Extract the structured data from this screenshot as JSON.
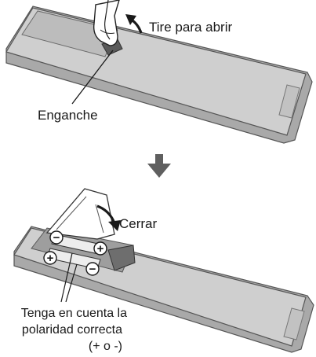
{
  "step1": {
    "open_label": "Tire para abrir",
    "latch_label": "Enganche"
  },
  "step2": {
    "close_label": "Cerrar",
    "polarity_lines": [
      "Tenga en cuenta la",
      "polaridad correcta",
      "(+ o -)"
    ],
    "polarity_marks": {
      "plus": "+",
      "minus": "−"
    }
  },
  "colors": {
    "remote_body": "#bdbdbd",
    "remote_edge": "#555555",
    "remote_top": "#d6d6d6",
    "hand": "#ffffff",
    "battery": "#e9e9e9",
    "arrow": "#606060"
  }
}
